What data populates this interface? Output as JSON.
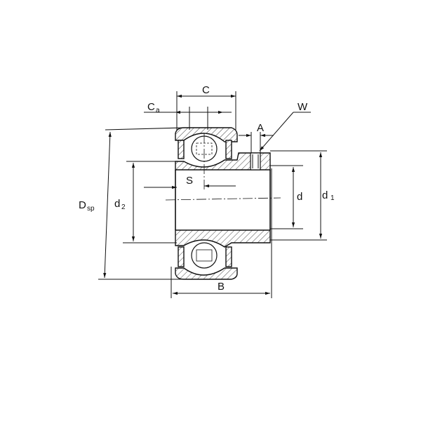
{
  "diagram": {
    "labels": {
      "C": "C",
      "Ca": "C",
      "Ca_sub": "a",
      "W": "W",
      "A": "A",
      "S": "S",
      "Dsp": "D",
      "Dsp_sub": "sp",
      "d2": "d",
      "d2_sub": "2",
      "d": "d",
      "d1": "d",
      "d1_sub": "1",
      "B": "B"
    }
  }
}
